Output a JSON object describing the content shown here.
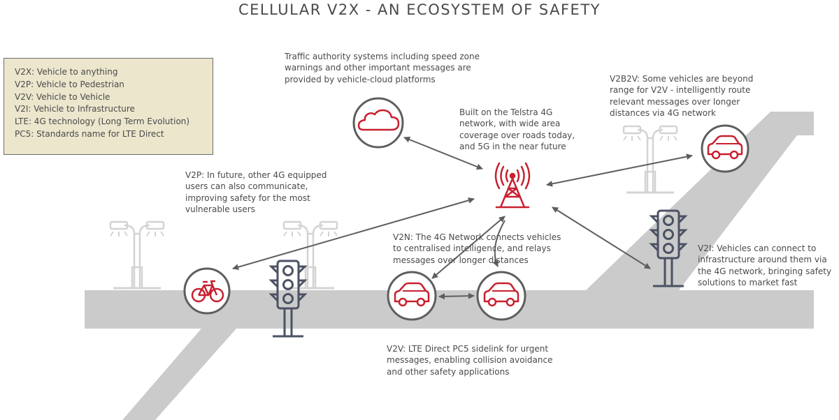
{
  "title": "CELLULAR V2X - AN ECOSYSTEM OF SAFETY",
  "legend": [
    "V2X: Vehicle to anything",
    "V2P: Vehicle to Pedestrian",
    "V2V: Vehicle to Vehicle",
    "V2I: Vehicle to Infrastructure",
    "LTE: 4G technology (Long Term Evolution)",
    "PC5: Standards name for LTE Direct"
  ],
  "callouts": {
    "cloud": [
      "Traffic authority systems including speed zone",
      "warnings and other important messages are",
      "provided by vehicle-cloud platforms"
    ],
    "tower": [
      "Built on the Telstra 4G",
      "network, with wide area",
      "coverage over roads today,",
      "and 5G in the near future"
    ],
    "v2b2v": [
      "V2B2V: Some vehicles are beyond",
      "range for V2V - intelligently route",
      "relevant messages over longer",
      "distances via 4G network"
    ],
    "v2p": [
      "V2P: In future, other 4G equipped",
      "users can also communicate,",
      "improving safety for the most",
      "vulnerable users"
    ],
    "v2n": [
      "V2N: The 4G Network connects vehicles",
      "to centralised intelligence, and relays",
      "messages over longer distances"
    ],
    "v2i": [
      "V2I: Vehicles can connect to",
      "infrastructure around them via",
      "the 4G network, bringing safety",
      "solutions to market fast"
    ],
    "v2v": [
      "V2V: LTE Direct PC5 sidelink for urgent",
      "messages, enabling collision avoidance",
      "and other safety applications"
    ]
  },
  "icons": {
    "cloud": "cloud-icon",
    "tower": "cell-tower-icon",
    "car": "car-icon",
    "bicycle": "bicycle-icon",
    "traffic_light": "traffic-light-icon",
    "street_lamp": "street-lamp-icon"
  },
  "colors": {
    "accent": "#c8202f",
    "road": "#cbcbcb",
    "text": "#4a4a4a",
    "legend_bg": "#ece6cd",
    "traffic_light": "#4a5263",
    "lamp": "#d3d3d3",
    "arrow": "#5e5e5e"
  }
}
